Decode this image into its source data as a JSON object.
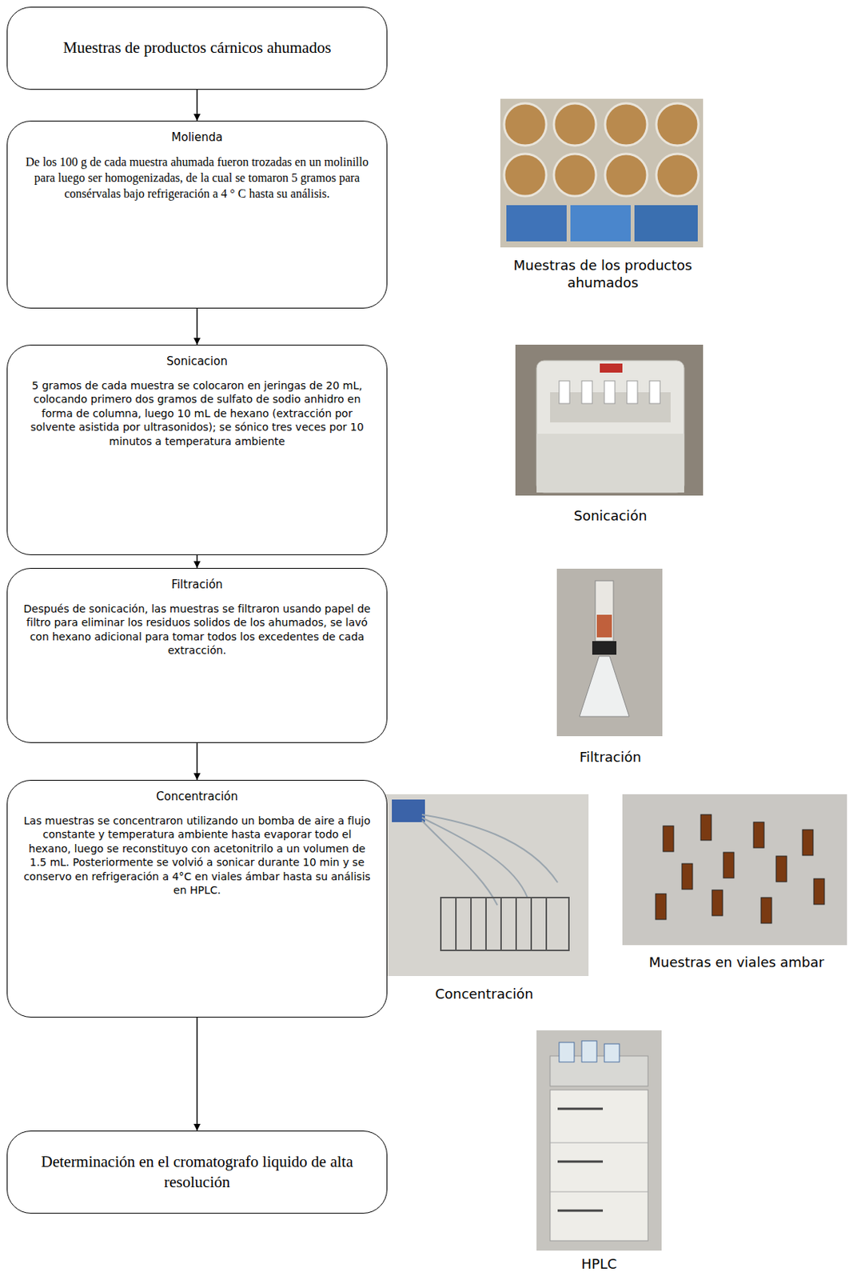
{
  "diagram": {
    "nodes": [
      {
        "text": [
          "Muestras de productos cárnicos ahumados"
        ]
      },
      {
        "text": [
          "Molienda",
          "De los 100 g de cada muestra ahumada fueron trozadas en un molinillo para luego ser homogenizadas, de la cual se tomaron 5 gramos para consérvalas bajo refrigeración a 4 ° C hasta su análisis."
        ]
      },
      {
        "text": [
          "Sonicacion",
          "5 gramos de cada muestra se colocaron en jeringas de 20 mL, colocando primero dos gramos de sulfato de sodio anhidro en forma de columna, luego 10 mL de hexano (extracción por solvente asistida por ultrasonidos); se sónico tres veces por 10 minutos a temperatura ambiente"
        ]
      },
      {
        "text": [
          "Filtración",
          "Después de sonicación, las muestras se filtraron usando papel de filtro para eliminar los residuos solidos de los ahumados, se lavó con hexano adicional para tomar todos los excedentes de cada extracción."
        ]
      },
      {
        "text": [
          "Concentración",
          "Las muestras se concentraron utilizando un bomba de aire a flujo constante y temperatura ambiente hasta evaporar todo el hexano, luego se reconstituyo con acetonitrilo a un volumen de 1.5 mL. Posteriormente se volvió a sonicar durante 10 min y se conservo en refrigeración a 4°C en viales ámbar hasta su análisis en HPLC."
        ]
      },
      {
        "text": [
          "Determinación en el cromatografo liquido de alta resolución"
        ]
      }
    ],
    "edges": [
      {
        "from": 0,
        "to": 1,
        "arrow": "to"
      },
      {
        "from": 1,
        "to": 2,
        "arrow": "to"
      },
      {
        "from": 2,
        "to": 3,
        "arrow": "to"
      },
      {
        "from": 3,
        "to": 4,
        "arrow": "to"
      },
      {
        "from": 4,
        "to": 5,
        "arrow": "to"
      }
    ],
    "labels": [
      "Muestras de los productos ahumados",
      "Sonicación",
      "Filtración",
      "Concentración",
      "Muestras en viales ambar",
      "HPLC"
    ]
  }
}
